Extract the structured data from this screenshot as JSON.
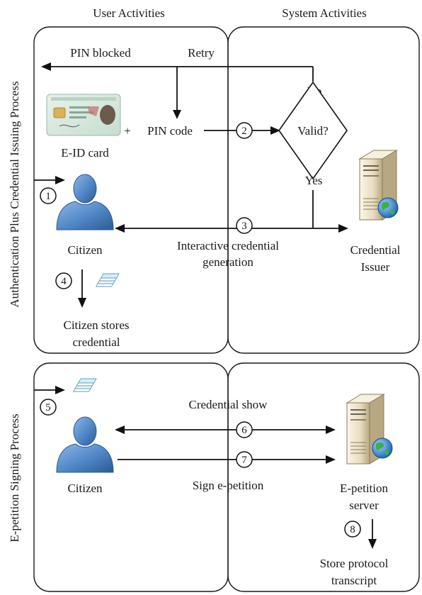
{
  "columns": {
    "user": "User Activities",
    "system": "System Activities"
  },
  "phases": {
    "issuing": "Authentication Plus Credential Issuing Process",
    "signing": "E-petition Signing Process"
  },
  "labels": {
    "pin_blocked": "PIN blocked",
    "retry": "Retry",
    "no": "No",
    "plus": "+",
    "pin_code": "PIN code",
    "valid": "Valid?",
    "eid_card": "E-ID card",
    "yes": "Yes",
    "citizen_1": "Citizen",
    "interactive_l1": "Interactive credential",
    "interactive_l2": "generation",
    "issuer_l1": "Credential",
    "issuer_l2": "Issuer",
    "stores_l1": "Citizen stores",
    "stores_l2": "credential",
    "credential_show": "Credential show",
    "citizen_2": "Citizen",
    "sign": "Sign e-petition",
    "server_l1": "E-petition",
    "server_l2": "server",
    "store_l1": "Store protocol",
    "store_l2": "transcript"
  },
  "steps": [
    "1",
    "2",
    "3",
    "4",
    "5",
    "6",
    "7",
    "8"
  ],
  "colors": {
    "user_body": "#4f86c6",
    "user_dark": "#2c5a92",
    "server": "#e8dcc0",
    "globe": "#2f7fc8"
  },
  "icons": [
    "eid-card-icon",
    "user-icon",
    "server-icon",
    "globe-icon",
    "documents-icon"
  ]
}
